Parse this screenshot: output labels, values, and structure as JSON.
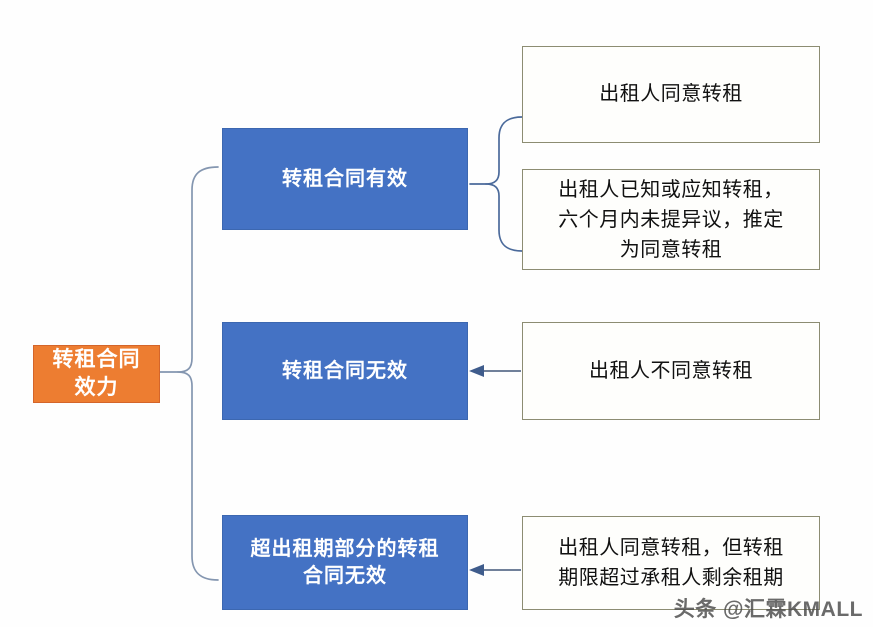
{
  "diagram": {
    "root": {
      "label": "转租合同\n效力",
      "color": "#ED7D31",
      "border_color": "#D4652A",
      "text_color": "#FFFFFF"
    },
    "stages": [
      {
        "id": "valid",
        "label": "转租合同有效",
        "color": "#4472C4",
        "text_color": "#FFFFFF"
      },
      {
        "id": "invalid",
        "label": "转租合同无效",
        "color": "#4472C4",
        "text_color": "#FFFFFF"
      },
      {
        "id": "partial-invalid",
        "label": "超出租期部分的转租\n合同无效",
        "color": "#4472C4",
        "text_color": "#FFFFFF"
      }
    ],
    "conditions": [
      {
        "id": "consent",
        "label": "出租人同意转租",
        "border_color": "#8C8C72",
        "background": "#FEFEFC"
      },
      {
        "id": "implied-consent",
        "label": "出租人已知或应知转租，\n六个月内未提异议，推定\n为同意转租",
        "border_color": "#8C8C72",
        "background": "#FEFEFC"
      },
      {
        "id": "no-consent",
        "label": "出租人不同意转租",
        "border_color": "#8C8C72",
        "background": "#FEFEFC"
      },
      {
        "id": "exceeds-term",
        "label": "出租人同意转租，但转租\n期限超过承租人剩余租期",
        "border_color": "#8C8C72",
        "background": "#FEFEFC"
      }
    ],
    "connector_color": "#8496B0",
    "arrow_color": "#5B6E8C"
  },
  "watermark": {
    "text": "头条 @汇霖KMALL"
  }
}
